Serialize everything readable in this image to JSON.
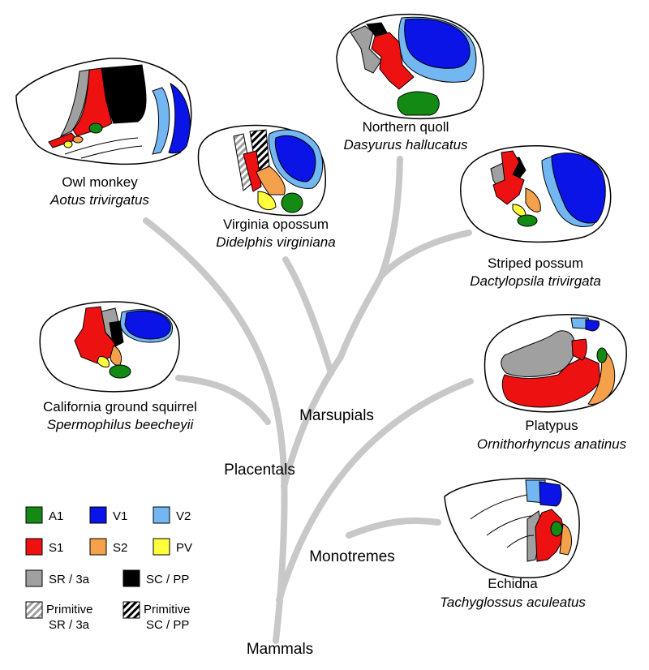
{
  "species": [
    {
      "common": "Owl monkey",
      "latin": "Aotus trivirgatus"
    },
    {
      "common": "Virginia opossum",
      "latin": "Didelphis virginiana"
    },
    {
      "common": "Northern quoll",
      "latin": "Dasyurus hallucatus"
    },
    {
      "common": "Striped possum",
      "latin": "Dactylopsila trivirgata"
    },
    {
      "common": "California ground squirrel",
      "latin": "Spermophilus beecheyii"
    },
    {
      "common": "Platypus",
      "latin": "Ornithorhyncus anatinus"
    },
    {
      "common": "Echidna",
      "latin": "Tachyglossus aculeatus"
    }
  ],
  "clades": {
    "marsupials": "Marsupials",
    "placentals": "Placentals",
    "monotremes": "Monotremes",
    "root": "Mammals"
  },
  "legend": [
    {
      "label": "A1",
      "color": "#138a13"
    },
    {
      "label": "V1",
      "color": "#0a14e6"
    },
    {
      "label": "V2",
      "color": "#72b6f2"
    },
    {
      "label": "S1",
      "color": "#ee1111"
    },
    {
      "label": "S2",
      "color": "#f5a04a"
    },
    {
      "label": "PV",
      "color": "#ffff3c"
    },
    {
      "label": "SR / 3a",
      "color": "#a0a0a0"
    },
    {
      "label": "SC / PP",
      "color": "#000000"
    },
    {
      "label_line1": "Primitive",
      "label_line2": "SR / 3a",
      "pattern": "gray-hatch"
    },
    {
      "label_line1": "Primitive",
      "label_line2": "SC / PP",
      "pattern": "black-hatch"
    }
  ],
  "colors": {
    "tree": "#c8c8c8",
    "outline": "#000000",
    "a1": "#138a13",
    "v1": "#0a14e6",
    "v2": "#72b6f2",
    "s1": "#ee1111",
    "s2": "#f5a04a",
    "pv": "#ffff3c",
    "sr": "#a0a0a0",
    "sc": "#000000"
  }
}
